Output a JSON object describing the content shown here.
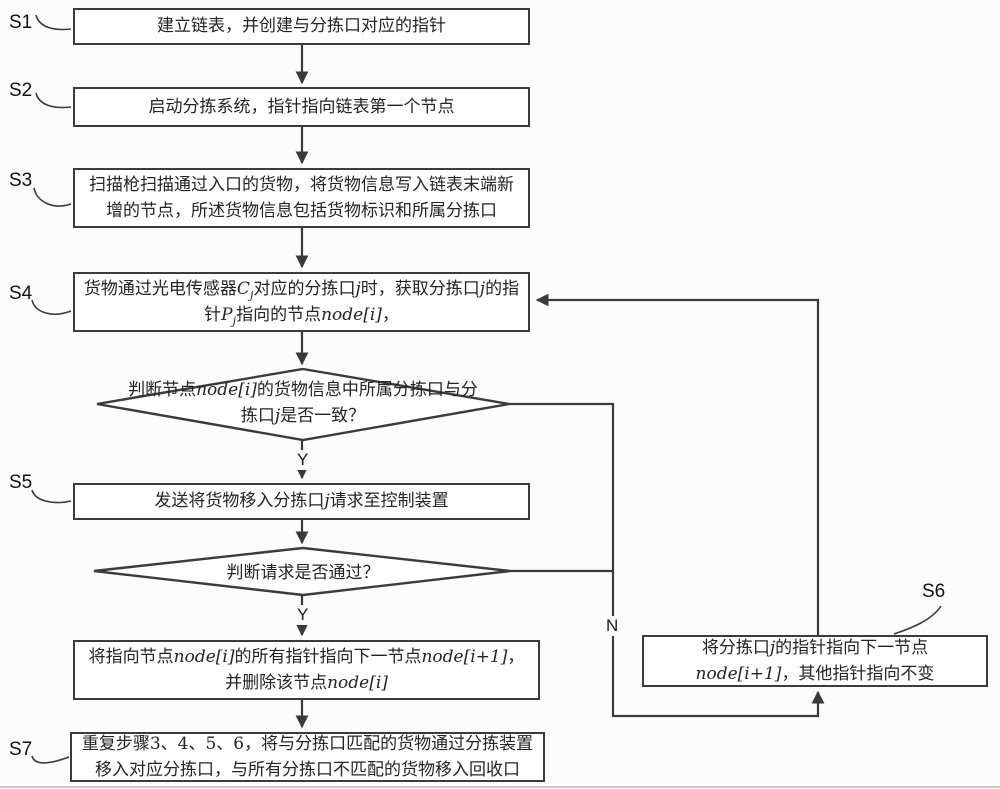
{
  "figure": {
    "type": "flowchart",
    "line_color": "#3a3a3a",
    "box_fill": "#ffffff",
    "background": "#fcfcfc"
  },
  "nodes": {
    "s1": {
      "step_label": "S1",
      "text_segments": [
        {
          "t": "建立链表，并创建与分拣口对应的指针"
        }
      ]
    },
    "s2": {
      "step_label": "S2",
      "text_segments": [
        {
          "t": "启动分拣系统，指针指向链表第一个节点"
        }
      ]
    },
    "s3": {
      "step_label": "S3",
      "text_segments": [
        {
          "t": "扫描枪扫描通过入口的货物，将货物信息写入链表末端新增的节点，所述货物信息包括货物标识和所属分拣口"
        }
      ]
    },
    "s4": {
      "step_label": "S4",
      "text_segments": [
        {
          "t": "货物通过光电传感器"
        },
        {
          "t": "C",
          "em": true
        },
        {
          "t": "j",
          "em": true,
          "sub": true
        },
        {
          "t": "对应的分拣口"
        },
        {
          "t": "j",
          "em": true
        },
        {
          "t": "时，获取分拣口"
        },
        {
          "t": "j",
          "em": true
        },
        {
          "t": "的指针"
        },
        {
          "t": "P",
          "em": true
        },
        {
          "t": "j",
          "em": true,
          "sub": true
        },
        {
          "t": "指向的节点"
        },
        {
          "t": "node[i]",
          "em": true
        },
        {
          "t": "，"
        }
      ]
    },
    "d1": {
      "text_segments": [
        {
          "t": "判断节点"
        },
        {
          "t": "node[i]",
          "em": true
        },
        {
          "t": "的货物信息中所属分拣口与分拣口"
        },
        {
          "t": "j",
          "em": true
        },
        {
          "t": "是否一致？"
        }
      ]
    },
    "s5": {
      "step_label": "S5",
      "text_segments": [
        {
          "t": "发送将货物移入分拣口"
        },
        {
          "t": "j",
          "em": true
        },
        {
          "t": "请求至控制装置"
        }
      ]
    },
    "d2": {
      "text_segments": [
        {
          "t": "判断请求是否通过？"
        }
      ]
    },
    "box6_left": {
      "text_segments": [
        {
          "t": "将指向节点"
        },
        {
          "t": "node[i]",
          "em": true
        },
        {
          "t": "的所有指针指向下一节点"
        },
        {
          "t": "node[i+1]",
          "em": true
        },
        {
          "t": "，并删除该节点"
        },
        {
          "t": "node[i]",
          "em": true
        }
      ]
    },
    "s6": {
      "step_label": "S6",
      "text_segments": [
        {
          "t": "将分拣口"
        },
        {
          "t": "j",
          "em": true
        },
        {
          "t": "的指针指向下一节点"
        },
        {
          "t": "node[i+1]",
          "em": true
        },
        {
          "t": "，其他指针指向不变"
        }
      ]
    },
    "s7": {
      "step_label": "S7",
      "text_segments": [
        {
          "t": "重复步骤3、4、5、6，将与分拣口匹配的货物通过分拣装置移入对应分拣口，与所有分拣口不匹配的货物移入回收口"
        }
      ]
    }
  },
  "branch_labels": {
    "d1_yes": "Y",
    "d2_yes": "Y",
    "no": "N"
  }
}
